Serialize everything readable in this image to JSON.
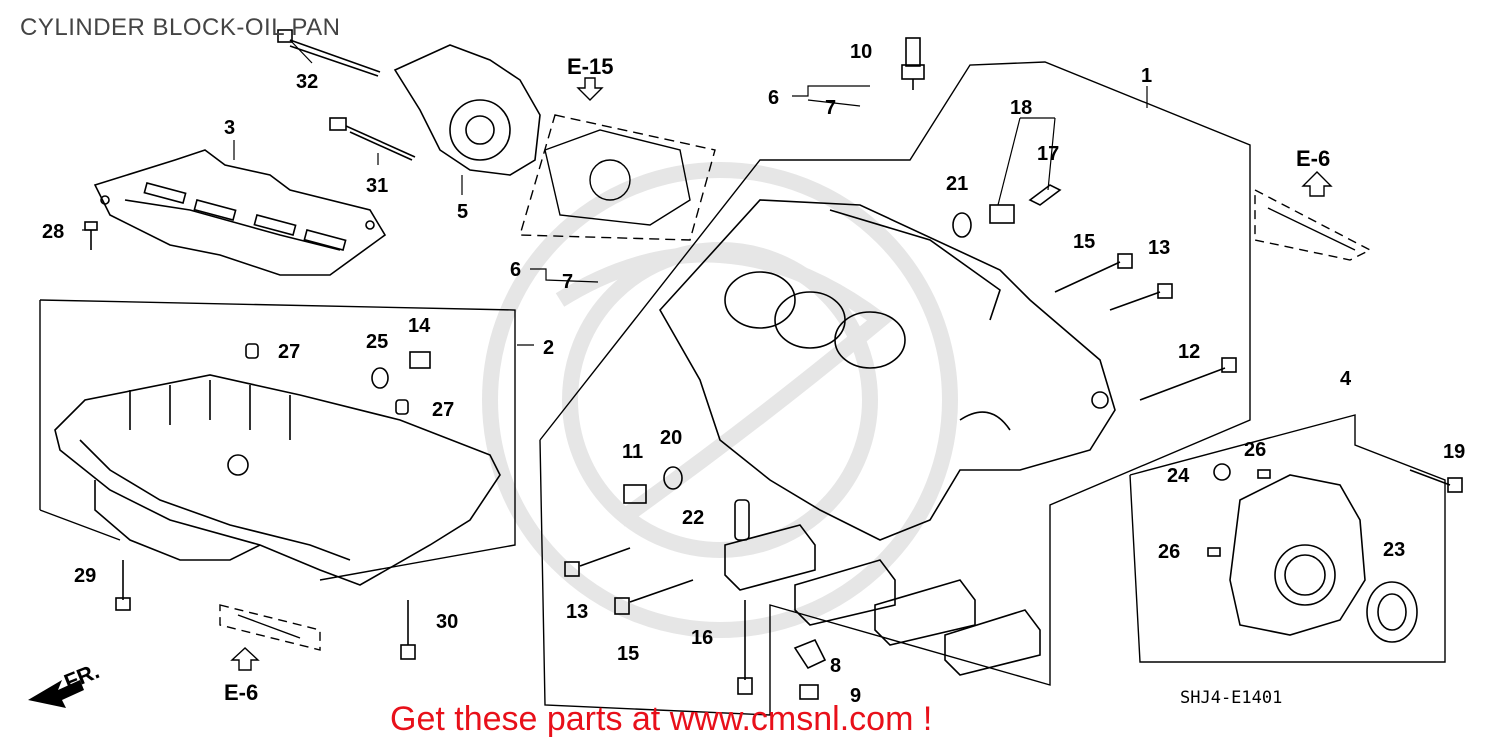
{
  "header": {
    "title": "CYLINDER BLOCK-OIL PAN"
  },
  "diagram_code": "SHJ4-E1401",
  "footer": {
    "text": "Get these parts at www.cmsnl.com !"
  },
  "direction_label": "FR.",
  "refs": {
    "e15": "E-15",
    "e6_right": "E-6",
    "e6_bottom": "E-6"
  },
  "callouts": {
    "c1": "1",
    "c2": "2",
    "c3": "3",
    "c4": "4",
    "c5": "5",
    "c6a": "6",
    "c7a": "7",
    "c6b": "6",
    "c7b": "7",
    "c8": "8",
    "c9": "9",
    "c10": "10",
    "c11": "11",
    "c12": "12",
    "c13a": "13",
    "c13b": "13",
    "c14": "14",
    "c15a": "15",
    "c15b": "15",
    "c16": "16",
    "c17": "17",
    "c18": "18",
    "c19": "19",
    "c20": "20",
    "c21": "21",
    "c22": "22",
    "c23": "23",
    "c24": "24",
    "c26a": "26",
    "c26b": "26",
    "c25": "25",
    "c27a": "27",
    "c27b": "27",
    "c28": "28",
    "c29": "29",
    "c30": "30",
    "c31": "31",
    "c32": "32"
  },
  "colors": {
    "footer": "#e8101a",
    "line": "#000000",
    "watermark": "#e6e6e6"
  }
}
